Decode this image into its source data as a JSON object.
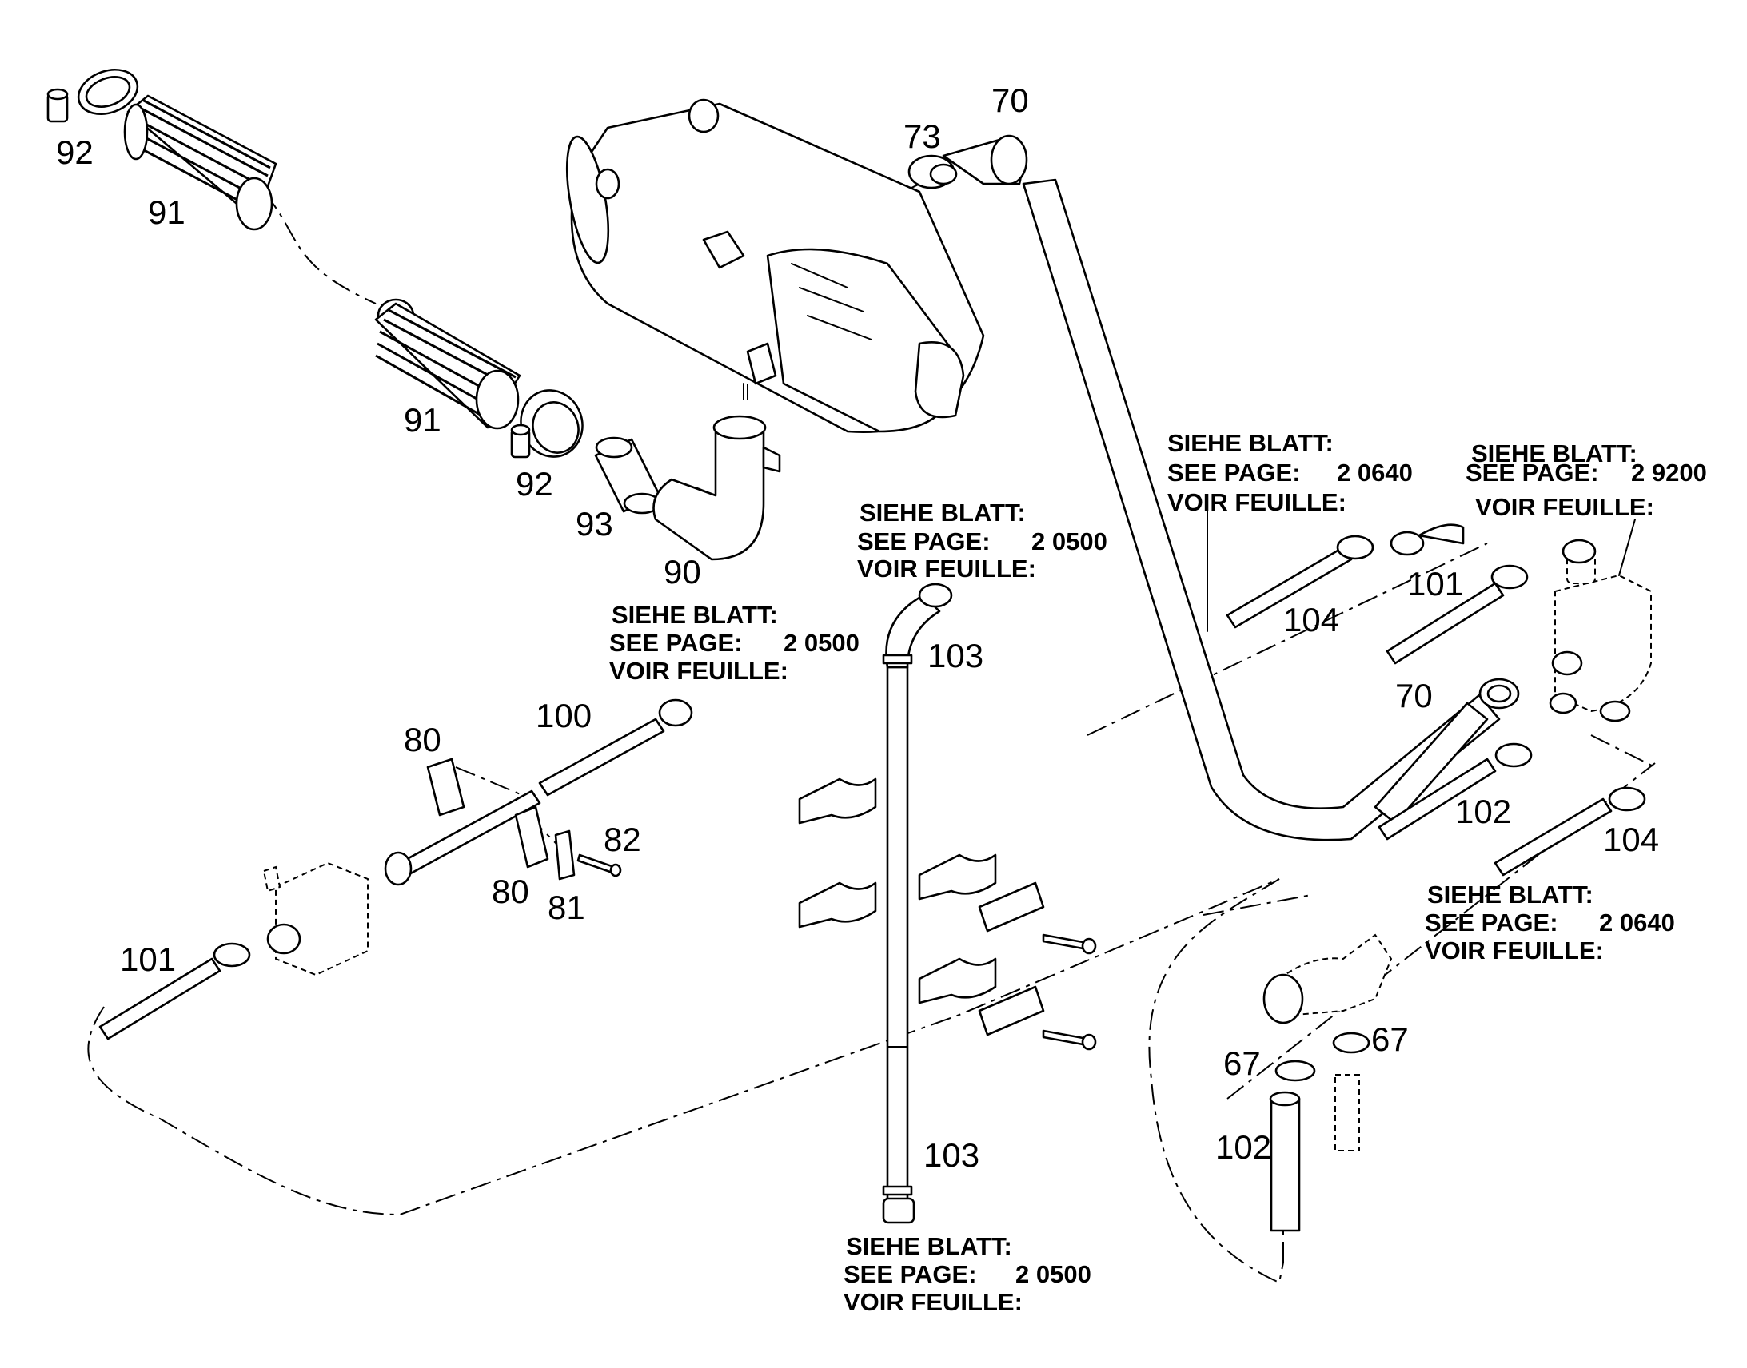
{
  "callouts": {
    "c92a": "92",
    "c91a": "91",
    "c91b": "91",
    "c92b": "92",
    "c93": "93",
    "c90": "90",
    "c73": "73",
    "c70a": "70",
    "c70b": "70",
    "c101a": "101",
    "c101b": "101",
    "c104a": "104",
    "c104b": "104",
    "c102a": "102",
    "c102b": "102",
    "c103a": "103",
    "c103b": "103",
    "c100": "100",
    "c80a": "80",
    "c80b": "80",
    "c81": "81",
    "c82": "82",
    "c67a": "67",
    "c67b": "67"
  },
  "references": {
    "siehe_blatt": "SIEHE BLATT:",
    "see_page": "SEE PAGE:",
    "voir_feuille": "VOIR FEUILLE:",
    "page_2_0500": "2 0500",
    "page_2_0640": "2 0640",
    "page_2_9200": "2 9200"
  }
}
